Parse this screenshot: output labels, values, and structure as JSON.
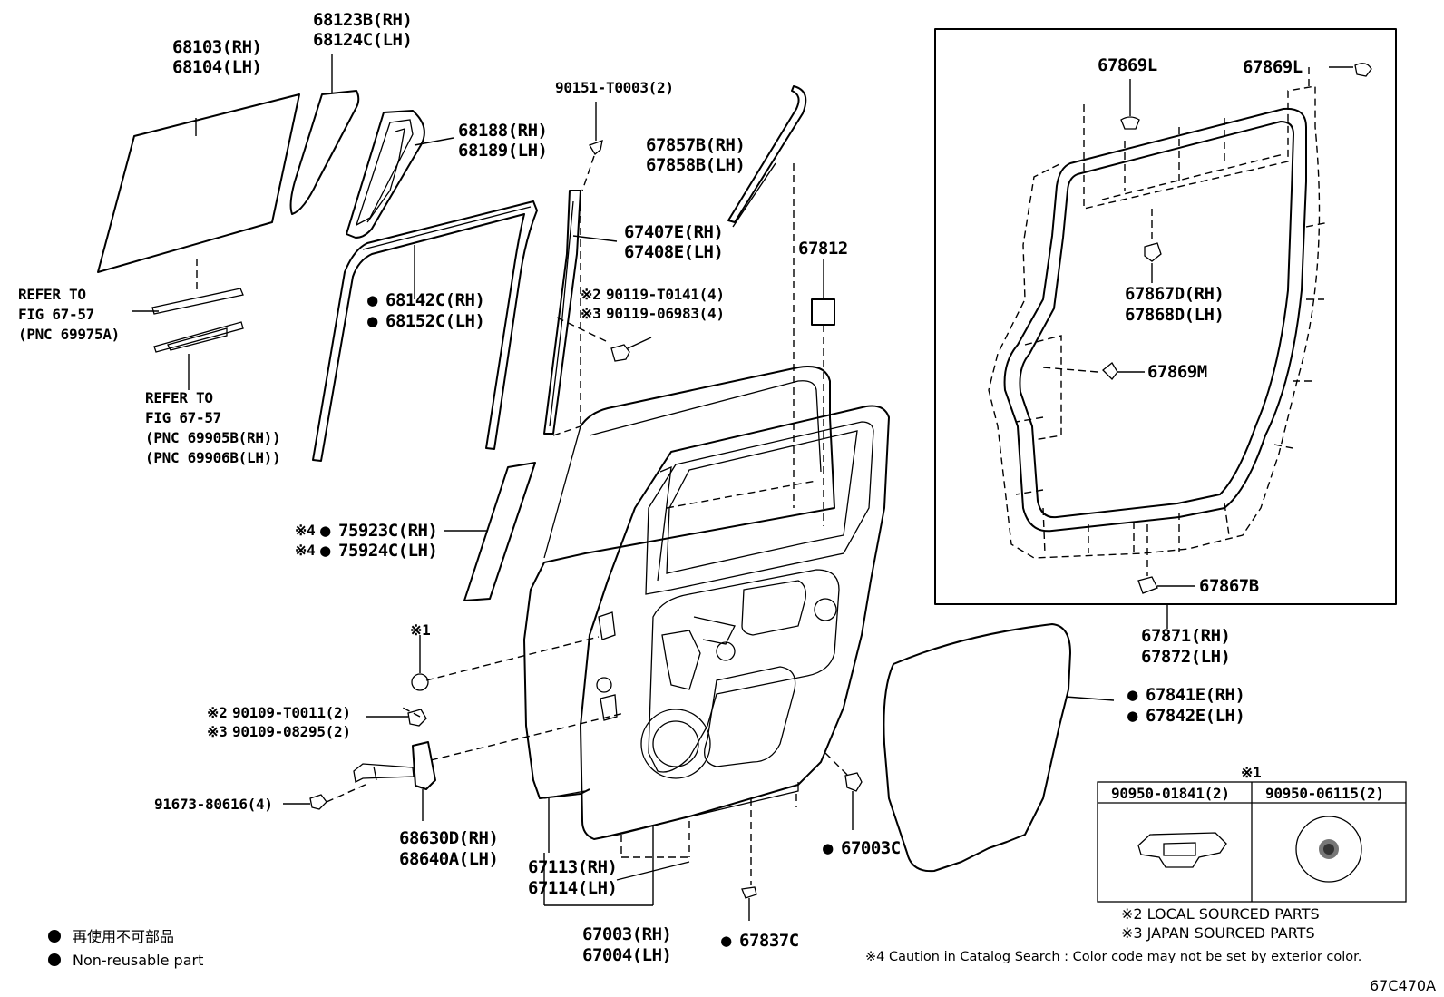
{
  "labels": {
    "p68103": "68103(RH)",
    "p68104": "68104(LH)",
    "p68123b": "68123B(RH)",
    "p68124c": "68124C(LH)",
    "p68188": "68188(RH)",
    "p68189": "68189(LH)",
    "p90151": "90151-T0003(2)",
    "p67857b": "67857B(RH)",
    "p67858b": "67858B(LH)",
    "p67407e": "67407E(RH)",
    "p67408e": "67408E(LH)",
    "p68142c": "68142C(RH)",
    "p68152c": "68152C(LH)",
    "p67812": "67812",
    "p90119_t0141": "90119-T0141(4)",
    "p90119_06983": "90119-06983(4)",
    "p75923c": "75923C(RH)",
    "p75924c": "75924C(LH)",
    "p90109_t0011": "90109-T0011(2)",
    "p90109_08295": "90109-08295(2)",
    "p91673": "91673-80616(4)",
    "p68630d": "68630D(RH)",
    "p68640a": "68640A(LH)",
    "p67113": "67113(RH)",
    "p67114": "67114(LH)",
    "p67003": "67003(RH)",
    "p67004": "67004(LH)",
    "p67837c": "67837C",
    "p67003c": "67003C",
    "p67841e": "67841E(RH)",
    "p67842e": "67842E(LH)",
    "p67869l_a": "67869L",
    "p67869l_b": "67869L",
    "p67867d": "67867D(RH)",
    "p67868d": "67868D(LH)",
    "p67869m": "67869M",
    "p67867b": "67867B",
    "p67871": "67871(RH)",
    "p67872": "67872(LH)"
  },
  "refs": {
    "ref1_line1": "REFER TO",
    "ref1_line2": "FIG 67-57",
    "ref1_line3": "(PNC 69975A)",
    "ref2_line1": "REFER TO",
    "ref2_line2": "FIG 67-57",
    "ref2_line3": "(PNC 69905B(RH))",
    "ref2_line4": "(PNC 69906B(LH))"
  },
  "marks": {
    "m2": "※2",
    "m3": "※3",
    "m4": "※4",
    "m1": "※1",
    "dot": "●"
  },
  "table": {
    "header": "※1",
    "col1": "90950-01841(2)",
    "col2": "90950-06115(2)"
  },
  "footnotes": {
    "n2": "※2 LOCAL SOURCED PARTS",
    "n3": "※3 JAPAN SOURCED PARTS",
    "n4": "※4 Caution in Catalog Search : Color code may not be set by exterior color."
  },
  "legend": {
    "jp": "再使用不可部品",
    "en": "Non-reusable part"
  },
  "diagram_id": "67C470A"
}
